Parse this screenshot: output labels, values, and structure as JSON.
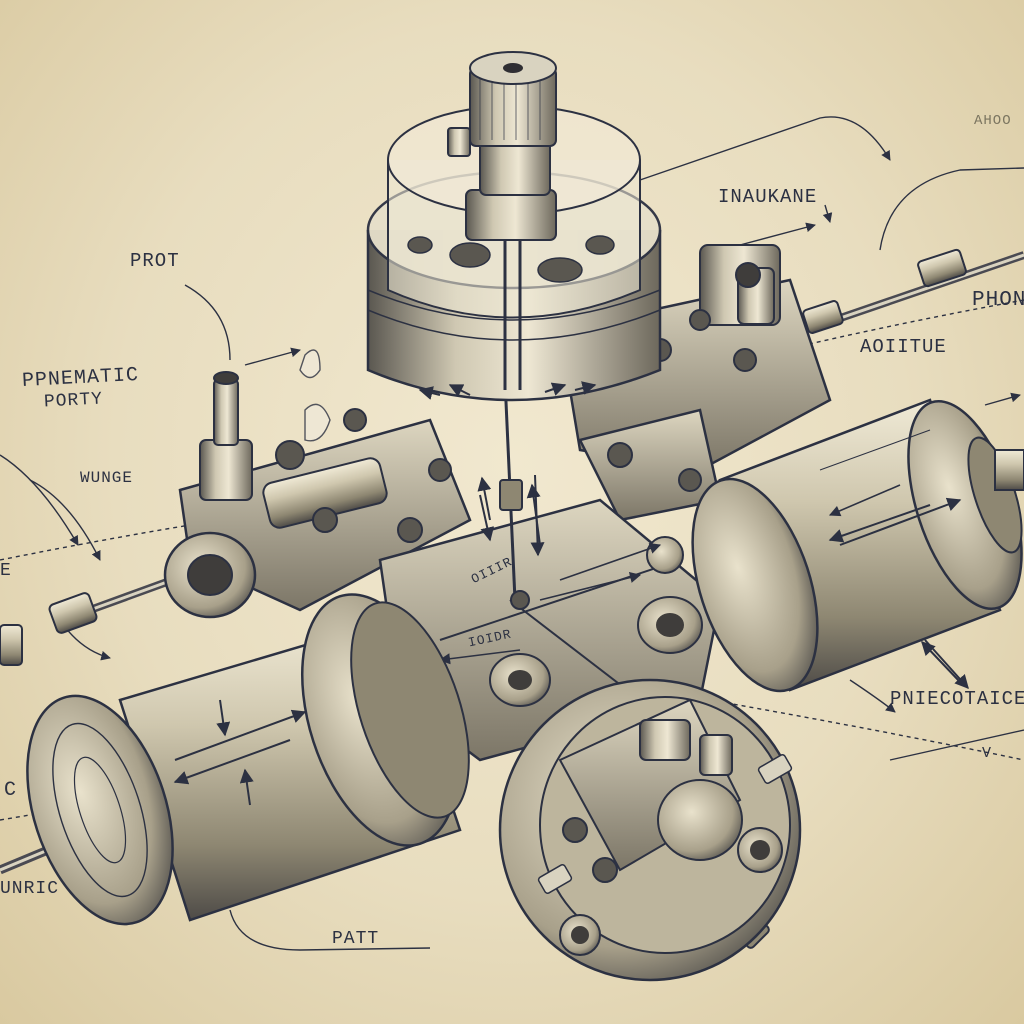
{
  "labels": {
    "prot": "PROT",
    "pneumatic_line1": "PPNEMATIC",
    "pneumatic_line2": "PORTY",
    "wunge": "WUNGE",
    "edge_e": "E",
    "edge_c": "C",
    "unric": "UNRIC",
    "patt": "PATT",
    "inaukane": "INAUKANE",
    "aoitue": "AOIITUE",
    "phon": "PHON",
    "pniecotaice": "PNIECOTAICE",
    "v": "V",
    "oiir": "OIIIR",
    "ioidr": "IOIDR",
    "edge_top": "AHOO"
  },
  "colors": {
    "paper": "#e7dcc0",
    "ink": "#2c3142",
    "metal_light": "#d9d3c0",
    "metal_mid": "#a79f88",
    "metal_dark": "#4a4a52"
  }
}
